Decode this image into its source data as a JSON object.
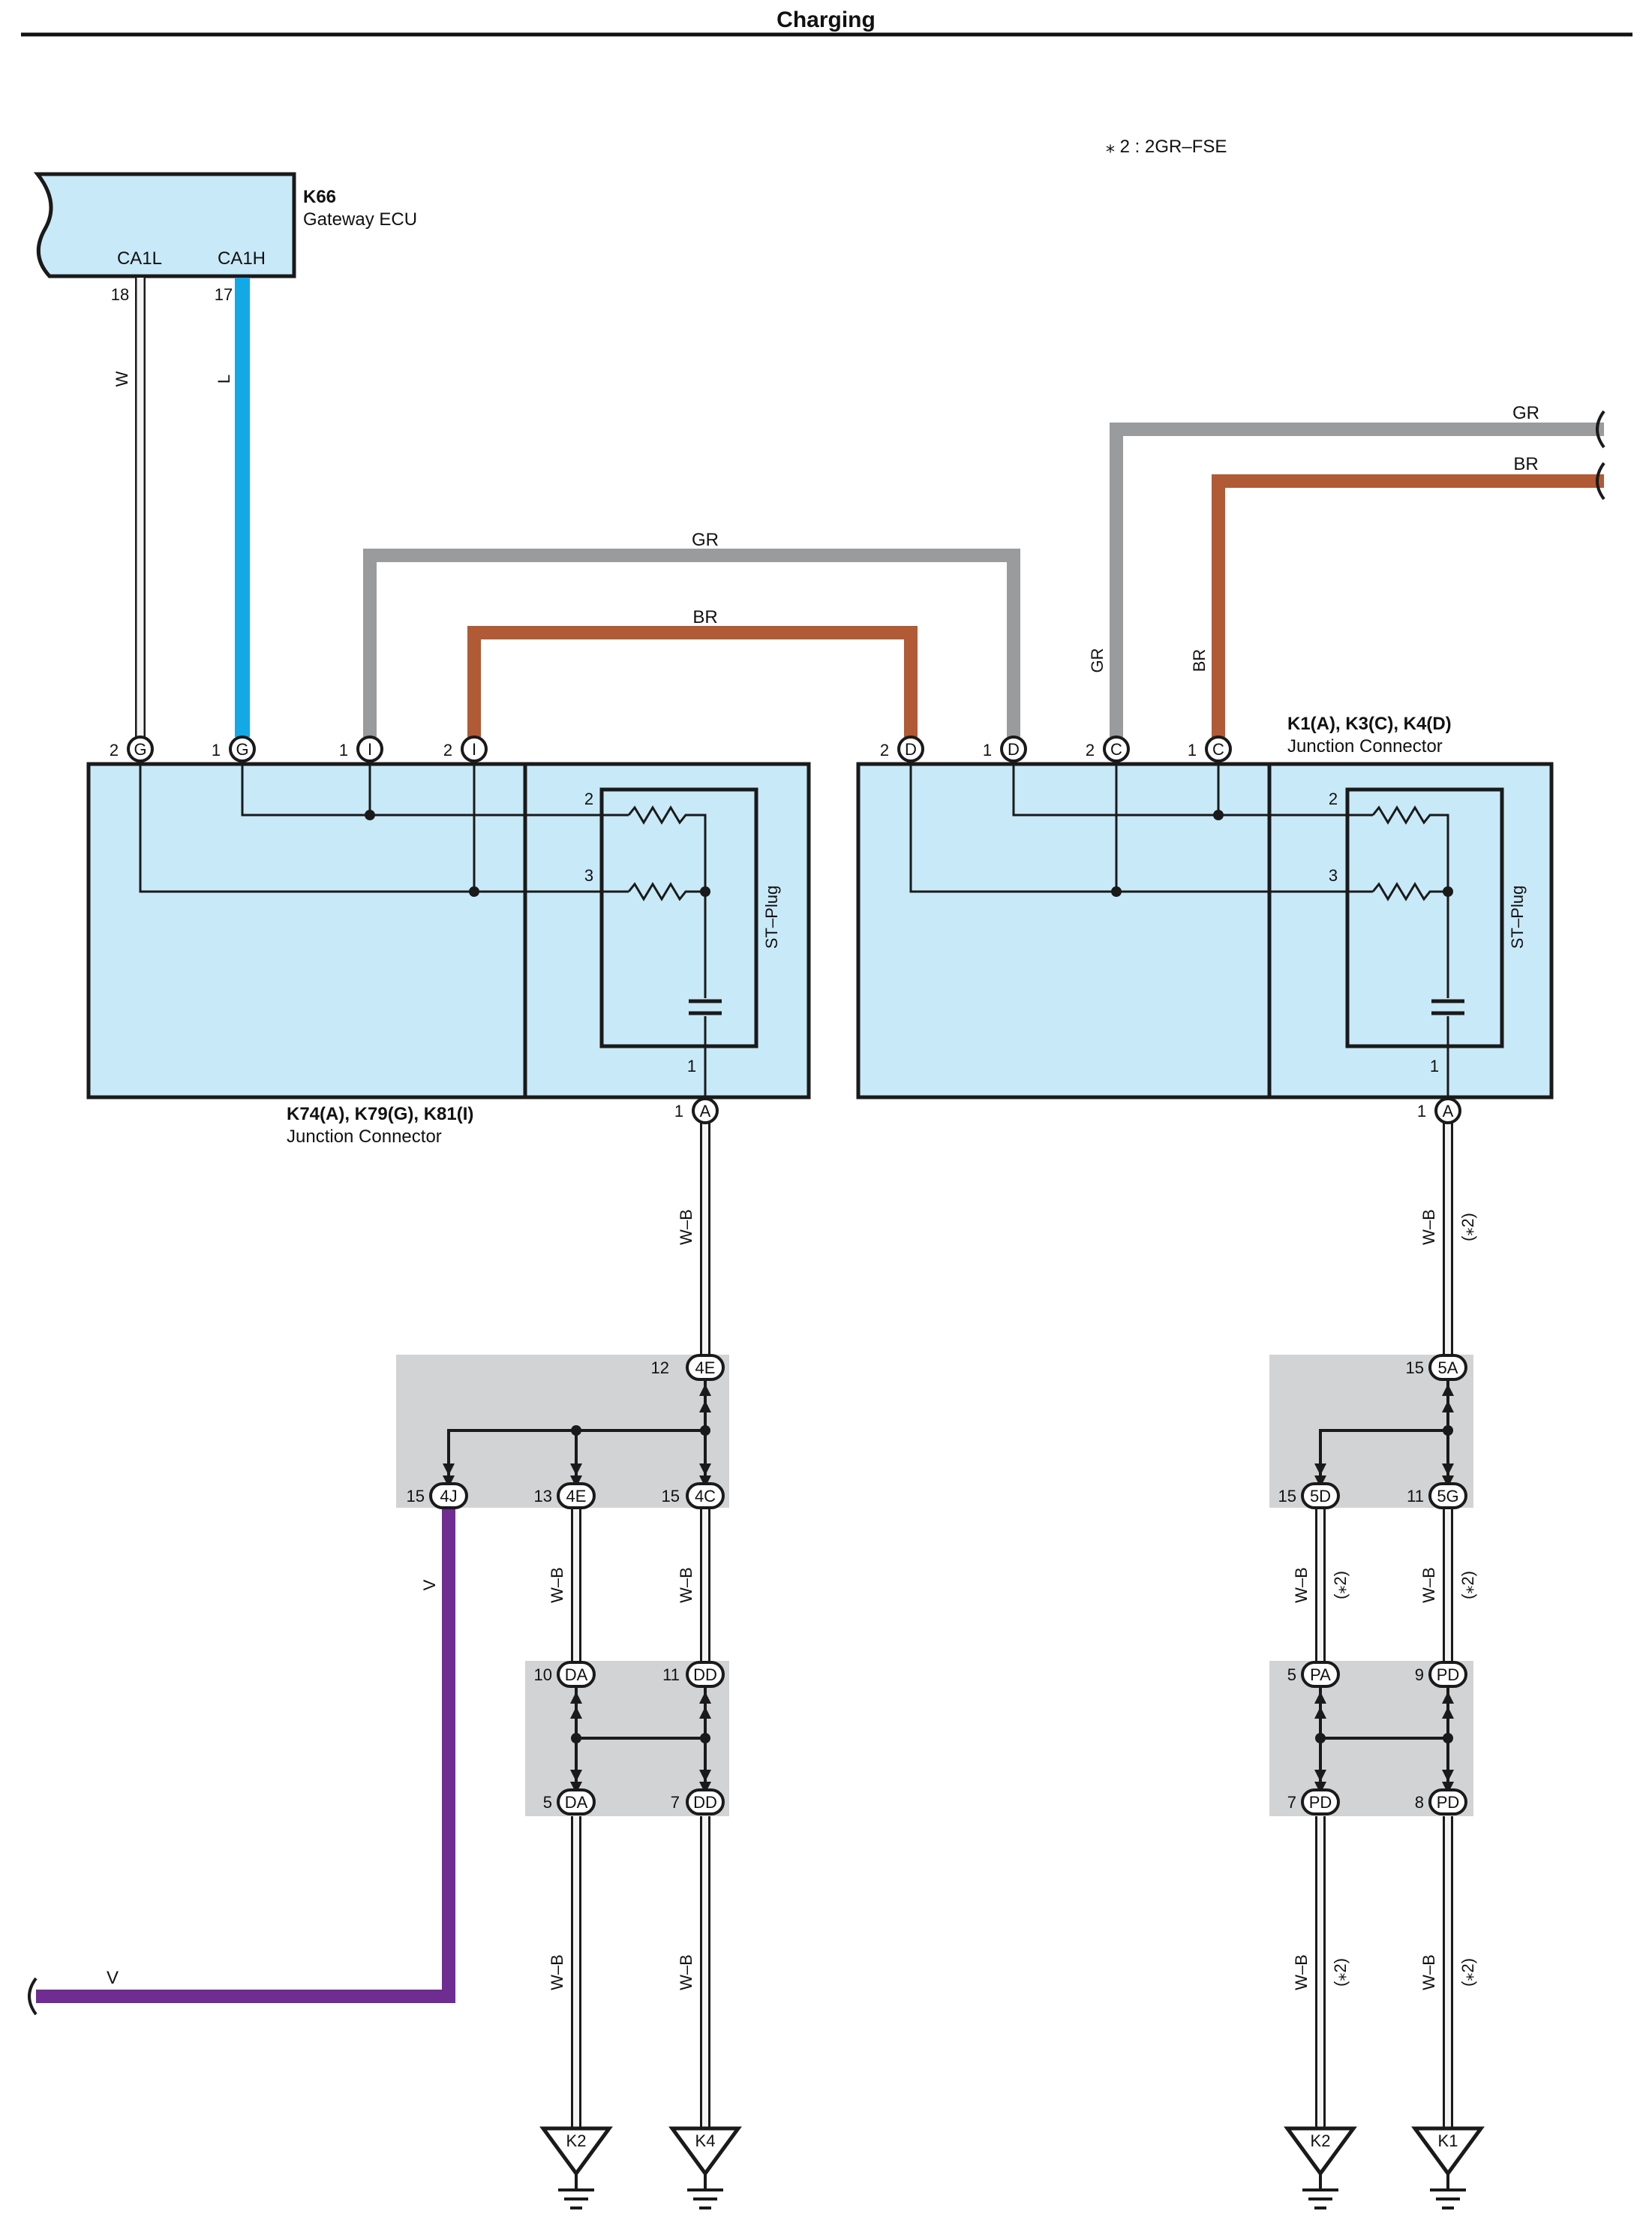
{
  "title": "Charging",
  "note": "⁎ 2 : 2GR–FSE",
  "colors": {
    "white_wire": "#e8e8e8",
    "blue_wire": "#12a9e6",
    "gray_wire": "#9a9b9d",
    "brown_wire": "#b05a36",
    "violet_wire": "#6f2c91",
    "connector_fill": "#c8e9f8",
    "junction_fill": "#d2d3d5",
    "ink": "#1a1a1a"
  },
  "ecu": {
    "id": "K66",
    "name": "Gateway ECU",
    "pin_left_label": "CA1L",
    "pin_right_label": "CA1H",
    "pin_left_no": "18",
    "pin_right_no": "17",
    "wire_left": "W",
    "wire_right": "L"
  },
  "left_box": {
    "id": "K74(A), K79(G), K81(I)",
    "name": "Junction Connector",
    "plug": "ST–Plug",
    "terminals": [
      {
        "num": "2",
        "letter": "G"
      },
      {
        "num": "1",
        "letter": "G"
      },
      {
        "num": "1",
        "letter": "I"
      },
      {
        "num": "2",
        "letter": "I"
      }
    ],
    "res_pins": [
      "2",
      "3"
    ],
    "cap_pin": "1",
    "bottom_terminal": {
      "num": "1",
      "letter": "A"
    }
  },
  "right_box": {
    "id": "K1(A), K3(C), K4(D)",
    "name": "Junction Connector",
    "plug": "ST–Plug",
    "terminals": [
      {
        "num": "2",
        "letter": "D"
      },
      {
        "num": "1",
        "letter": "D"
      },
      {
        "num": "2",
        "letter": "C"
      },
      {
        "num": "1",
        "letter": "C"
      }
    ],
    "res_pins": [
      "2",
      "3"
    ],
    "cap_pin": "1",
    "bottom_terminal": {
      "num": "1",
      "letter": "A"
    }
  },
  "bridge_wires": {
    "gray": "GR",
    "brown": "BR",
    "right_gray": "GR",
    "right_brown": "BR",
    "top_gray": "GR",
    "top_brown": "BR"
  },
  "left_tree": {
    "main_wire": "W–B",
    "junction1": {
      "top": {
        "num": "12",
        "code": "4E"
      },
      "outs": [
        {
          "num": "15",
          "code": "4J"
        },
        {
          "num": "13",
          "code": "4E"
        },
        {
          "num": "15",
          "code": "4C"
        }
      ]
    },
    "violet_label": "V",
    "violet_label_end": "V",
    "mid_wires": [
      "W–B",
      "W–B"
    ],
    "junction2": {
      "ins": [
        {
          "num": "10",
          "code": "DA"
        },
        {
          "num": "11",
          "code": "DD"
        }
      ],
      "outs": [
        {
          "num": "5",
          "code": "DA"
        },
        {
          "num": "7",
          "code": "DD"
        }
      ]
    },
    "low_wires": [
      "W–B",
      "W–B"
    ],
    "grounds": [
      "K2",
      "K4"
    ]
  },
  "right_tree": {
    "main_wire": "W–B",
    "main_note": "(⁎2)",
    "junction1": {
      "top": {
        "num": "15",
        "code": "5A"
      },
      "outs": [
        {
          "num": "15",
          "code": "5D"
        },
        {
          "num": "11",
          "code": "5G"
        }
      ]
    },
    "mid_wires": [
      "W–B",
      "W–B"
    ],
    "mid_notes": [
      "(⁎2)",
      "(⁎2)"
    ],
    "junction2": {
      "ins": [
        {
          "num": "5",
          "code": "PA"
        },
        {
          "num": "9",
          "code": "PD"
        }
      ],
      "outs": [
        {
          "num": "7",
          "code": "PD"
        },
        {
          "num": "8",
          "code": "PD"
        }
      ]
    },
    "low_wires": [
      "W–B",
      "W–B"
    ],
    "low_notes": [
      "(⁎2)",
      "(⁎2)"
    ],
    "grounds": [
      "K2",
      "K1"
    ]
  }
}
